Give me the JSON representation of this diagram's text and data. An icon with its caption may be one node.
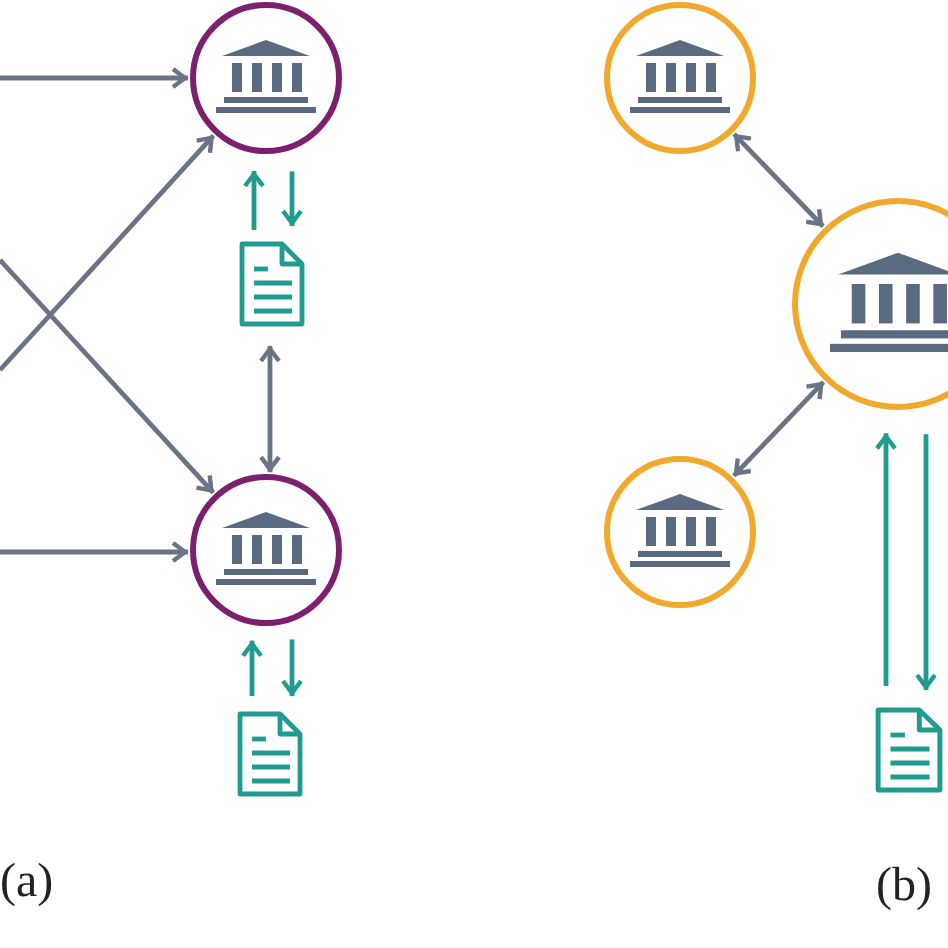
{
  "diagram": {
    "nodes": [
      {
        "text": [],
        "shape": "circle"
      },
      {
        "text": [],
        "shape": "document"
      },
      {
        "text": [],
        "shape": "circle"
      },
      {
        "text": [],
        "shape": "document"
      },
      {
        "text": [],
        "shape": "circle"
      },
      {
        "text": [],
        "shape": "circle"
      },
      {
        "text": [],
        "shape": "circle"
      },
      {
        "text": [],
        "shape": "document"
      }
    ],
    "edges": [
      {
        "from": null,
        "to": 0,
        "arrow": "to"
      },
      {
        "from": null,
        "to": 0,
        "arrow": "to"
      },
      {
        "from": null,
        "to": 2,
        "arrow": "to"
      },
      {
        "from": null,
        "to": 2,
        "arrow": "to"
      },
      {
        "from": 1,
        "to": 0,
        "arrow": "to",
        "color": "#1f9c8f"
      },
      {
        "from": 0,
        "to": 1,
        "arrow": "to",
        "color": "#1f9c8f"
      },
      {
        "from": 1,
        "to": 2,
        "arrow": "both"
      },
      {
        "from": 3,
        "to": 2,
        "arrow": "to",
        "color": "#1f9c8f"
      },
      {
        "from": 2,
        "to": 3,
        "arrow": "to",
        "color": "#1f9c8f"
      },
      {
        "from": 4,
        "to": 5,
        "arrow": "both"
      },
      {
        "from": 5,
        "to": 6,
        "arrow": "both"
      },
      {
        "from": 7,
        "to": 5,
        "arrow": "to",
        "color": "#1f9c8f"
      },
      {
        "from": 5,
        "to": 7,
        "arrow": "to",
        "color": "#1f9c8f"
      }
    ],
    "labels": [
      "(a)",
      "(b)"
    ]
  }
}
